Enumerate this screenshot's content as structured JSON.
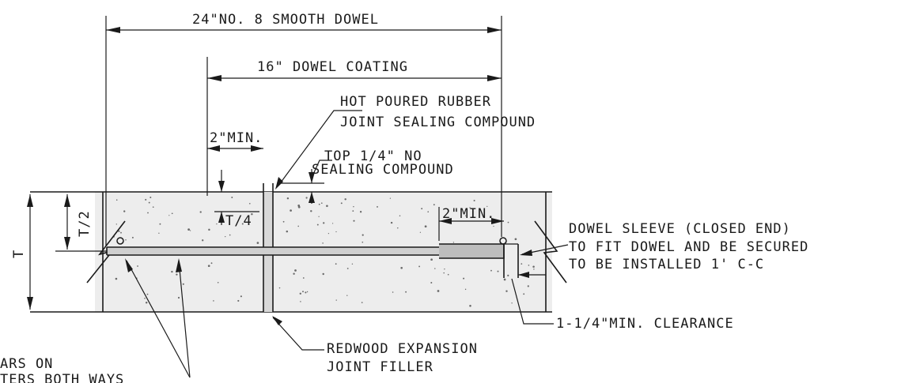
{
  "labels": {
    "dowel_length": "24\"NO. 8 SMOOTH DOWEL",
    "dowel_coating": "16\" DOWEL COATING",
    "sealing_compound_line1": "HOT POURED RUBBER",
    "sealing_compound_line2": "JOINT SEALING COMPOUND",
    "min_2_left": "2\"MIN.",
    "top_quarter_line1": "TOP 1/4\" NO",
    "top_quarter_line2": "SEALING COMPOUND",
    "t_half": "T/2",
    "t": "T",
    "t_quarter": "T/4",
    "min_2_right": "2\"MIN.",
    "sleeve_line1": "DOWEL SLEEVE (CLOSED END)",
    "sleeve_line2": "TO FIT DOWEL AND BE SECURED",
    "sleeve_line3": "TO BE INSTALLED 1' C-C",
    "clearance": "1-1/4\"MIN. CLEARANCE",
    "redwood_line1": "REDWOOD EXPANSION",
    "redwood_line2": "JOINT FILLER",
    "bars_line1": "ARS ON",
    "bars_line2": "TERS BOTH WAYS"
  }
}
